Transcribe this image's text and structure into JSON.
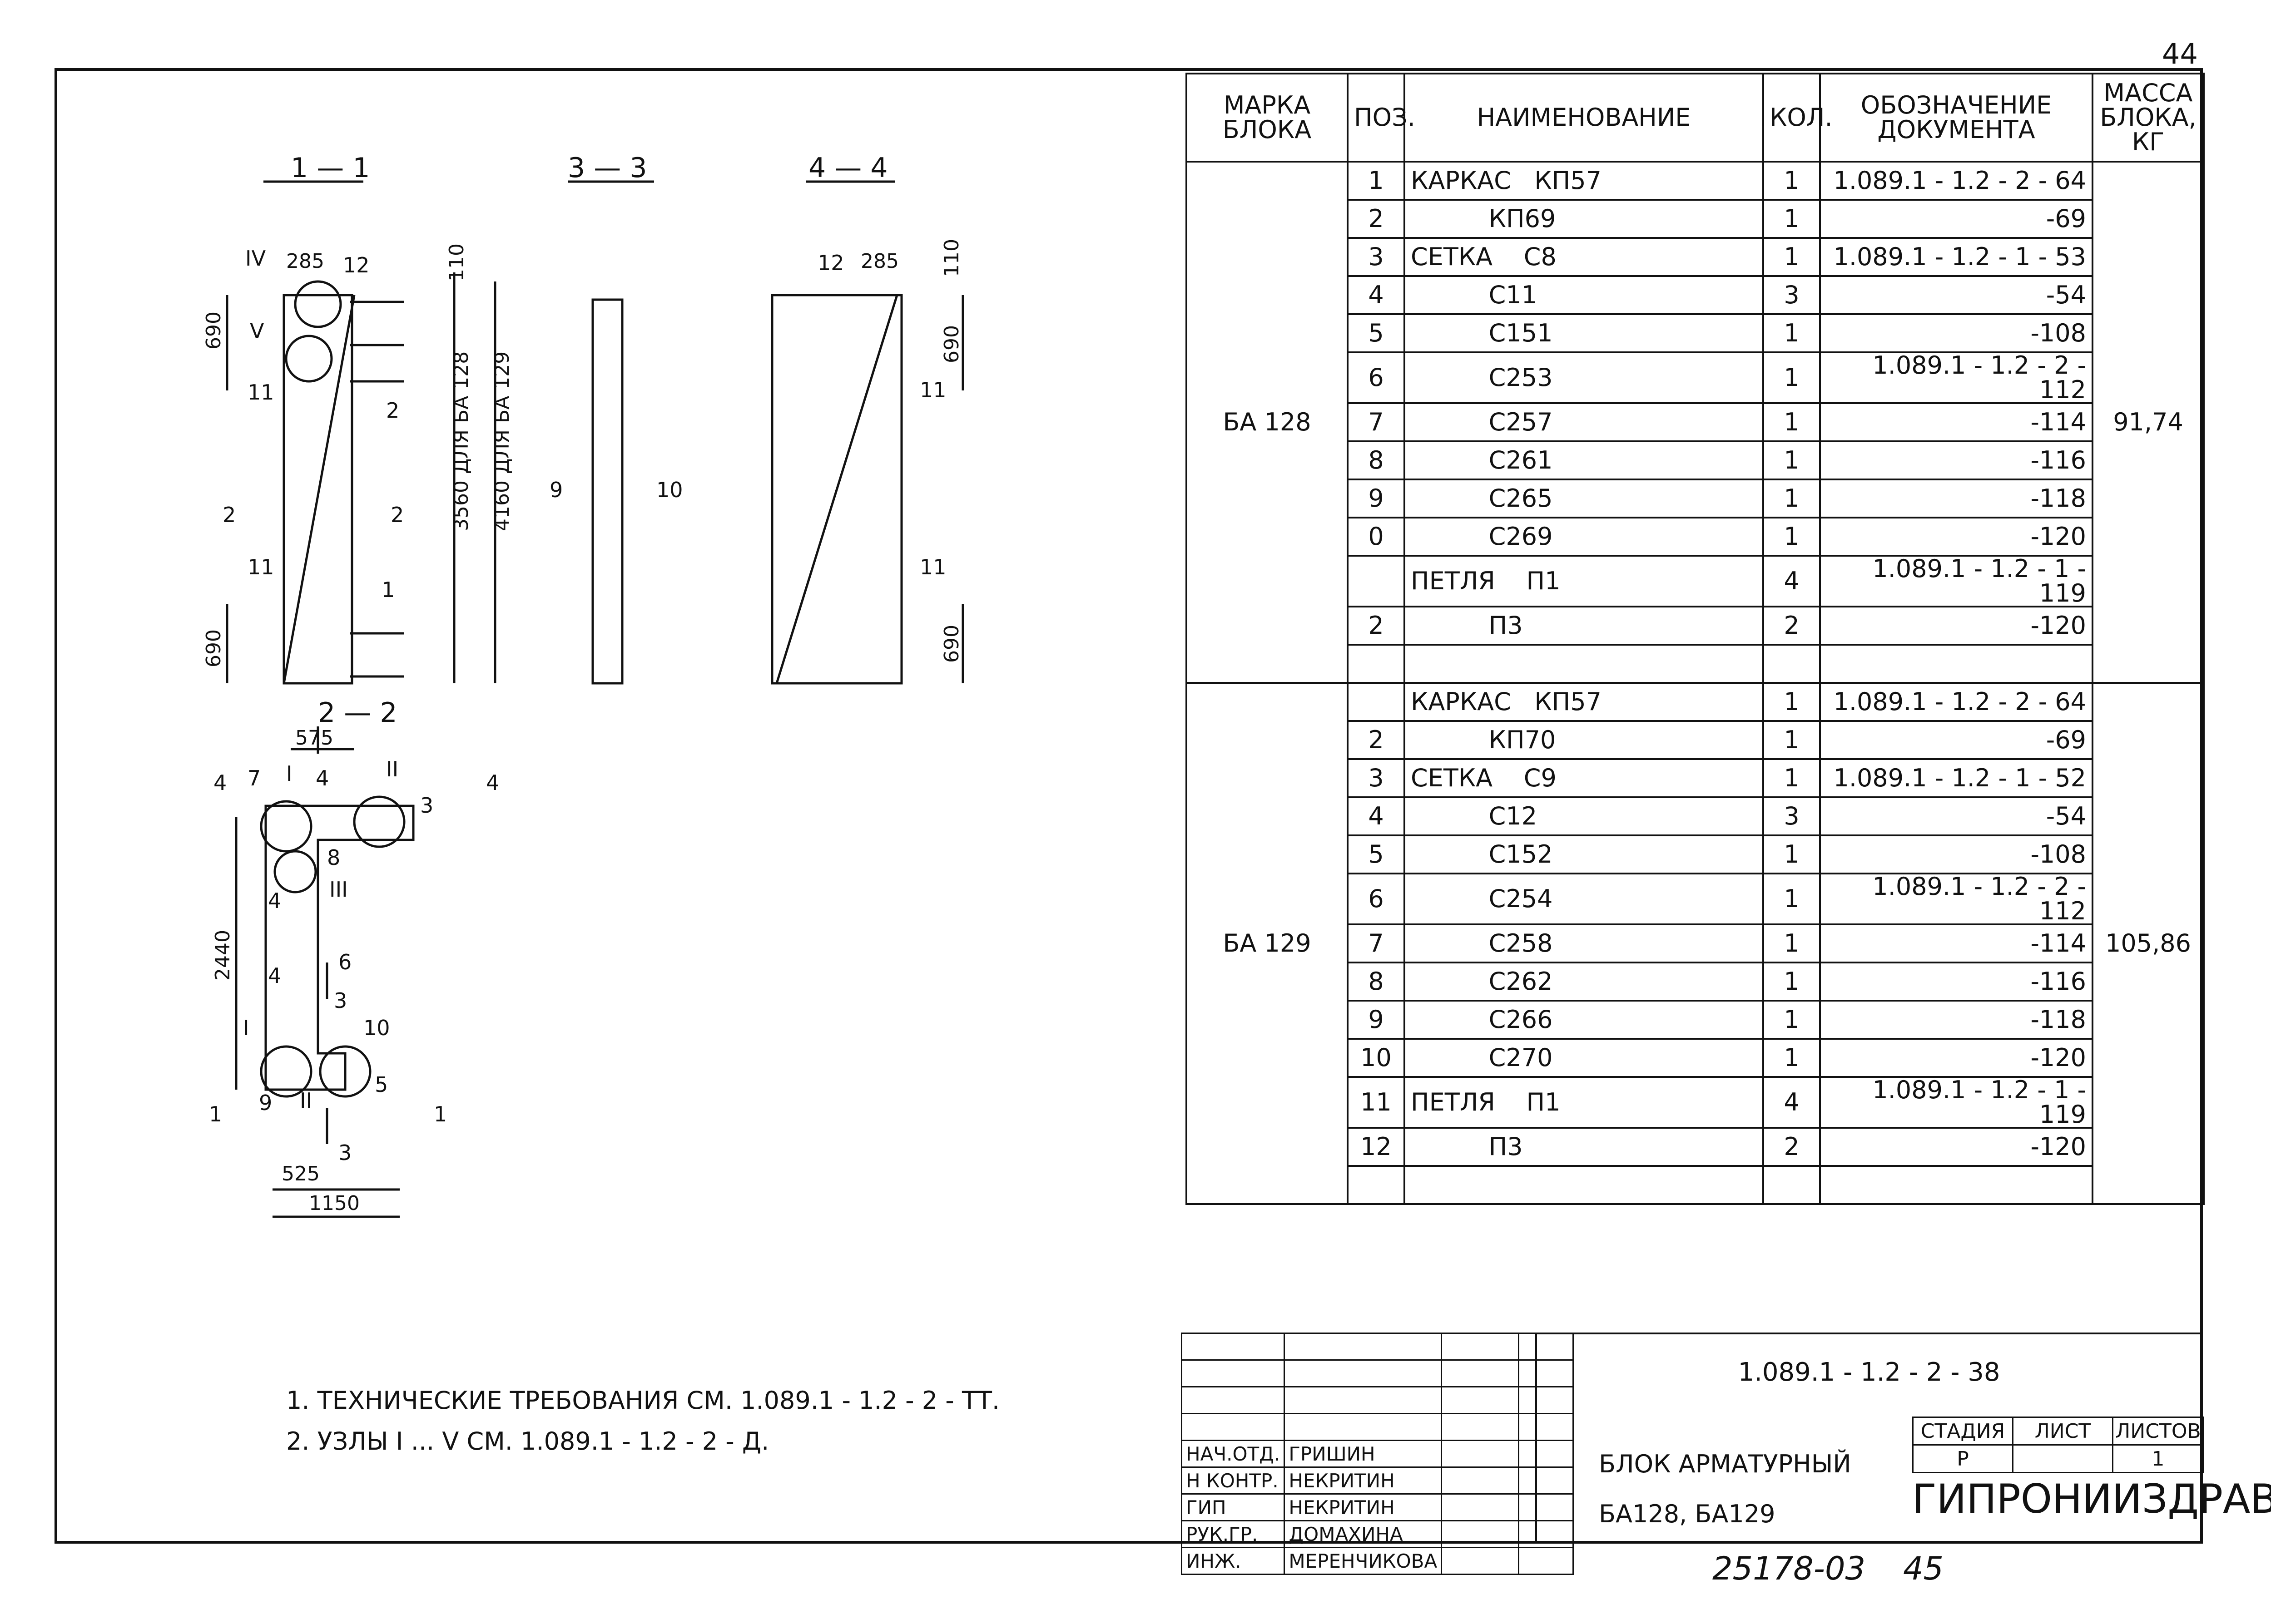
{
  "sheet_corner_number": "44",
  "bottom_code": "25178-03",
  "bottom_page": "45",
  "drawing": {
    "section_1_1": "1 — 1",
    "section_3_3": "3 — 3",
    "section_4_4": "4 — 4",
    "section_2_2": "2 — 2",
    "dims": {
      "d285a": "285",
      "d690a": "690",
      "d690b": "690",
      "d110a": "110",
      "d3560": "3560 ДЛЯ БА 128",
      "d4160": "4160 ДЛЯ БА 129",
      "d285b": "285",
      "d110b": "110",
      "d690c": "690",
      "d690d": "690",
      "d575": "575",
      "d2440": "2440",
      "d525": "525",
      "d1150": "1150"
    },
    "labels": {
      "nodeIV": "IV",
      "nodeV": "V",
      "n12a": "12",
      "n11a": "11",
      "n2a": "2",
      "cut2L": "2",
      "cut2R": "2",
      "n11b": "11",
      "n1a": "1",
      "n9a": "9",
      "n10a": "10",
      "n12b": "12",
      "n11c": "11",
      "n11d": "11",
      "cut4L": "4",
      "cut4R": "4",
      "n7": "7",
      "nodeI": "I",
      "n4a": "4",
      "nodeII": "II",
      "n3a": "3",
      "n8": "8",
      "n4b": "4",
      "nodeIII": "III",
      "n6": "6",
      "n4c": "4",
      "cut3a": "3",
      "nodeIa": "I",
      "n10b": "10",
      "n9b": "9",
      "nodeIIb": "II",
      "n5": "5",
      "cut1L": "1",
      "cut1R": "1",
      "cut3b": "3"
    }
  },
  "spec": {
    "headers": {
      "mark": "МАРКА БЛОКА",
      "pos": "ПОЗ.",
      "name": "НАИМЕНОВАНИЕ",
      "qty": "КОЛ.",
      "doc": "ОБОЗНАЧЕНИЕ ДОКУМЕНТА",
      "mass": "МАССА БЛОКА, КГ"
    },
    "blocks": [
      {
        "mark": "БА 128",
        "mass": "91,74",
        "rows": [
          {
            "pos": "1",
            "name": "КАРКАС   КП57",
            "qty": "1",
            "doc": "1.089.1 - 1.2 - 2 - 64"
          },
          {
            "pos": "2",
            "name": "          КП69",
            "qty": "1",
            "doc": "-69"
          },
          {
            "pos": "3",
            "name": "СЕТКА    С8",
            "qty": "1",
            "doc": "1.089.1 - 1.2 - 1 - 53"
          },
          {
            "pos": "4",
            "name": "          С11",
            "qty": "3",
            "doc": "-54"
          },
          {
            "pos": "5",
            "name": "          С151",
            "qty": "1",
            "doc": "-108"
          },
          {
            "pos": "6",
            "name": "          С253",
            "qty": "1",
            "doc": "1.089.1 - 1.2 - 2 - 112"
          },
          {
            "pos": "7",
            "name": "          С257",
            "qty": "1",
            "doc": "-114"
          },
          {
            "pos": "8",
            "name": "          С261",
            "qty": "1",
            "doc": "-116"
          },
          {
            "pos": "9",
            "name": "          С265",
            "qty": "1",
            "doc": "-118"
          },
          {
            "pos": "0",
            "name": "          С269",
            "qty": "1",
            "doc": "-120"
          },
          {
            "pos": "",
            "name": "ПЕТЛЯ    П1",
            "qty": "4",
            "doc": "1.089.1 - 1.2 - 1 - 119"
          },
          {
            "pos": "2",
            "name": "          П3",
            "qty": "2",
            "doc": "-120"
          },
          {
            "pos": "",
            "name": "",
            "qty": "",
            "doc": ""
          }
        ]
      },
      {
        "mark": "БА 129",
        "mass": "105,86",
        "rows": [
          {
            "pos": "",
            "name": "КАРКАС   КП57",
            "qty": "1",
            "doc": "1.089.1 - 1.2 - 2 - 64"
          },
          {
            "pos": "2",
            "name": "          КП70",
            "qty": "1",
            "doc": "-69"
          },
          {
            "pos": "3",
            "name": "СЕТКА    С9",
            "qty": "1",
            "doc": "1.089.1 - 1.2 - 1 - 52"
          },
          {
            "pos": "4",
            "name": "          С12",
            "qty": "3",
            "doc": "-54"
          },
          {
            "pos": "5",
            "name": "          С152",
            "qty": "1",
            "doc": "-108"
          },
          {
            "pos": "6",
            "name": "          С254",
            "qty": "1",
            "doc": "1.089.1 - 1.2 - 2 - 112"
          },
          {
            "pos": "7",
            "name": "          С258",
            "qty": "1",
            "doc": "-114"
          },
          {
            "pos": "8",
            "name": "          С262",
            "qty": "1",
            "doc": "-116"
          },
          {
            "pos": "9",
            "name": "          С266",
            "qty": "1",
            "doc": "-118"
          },
          {
            "pos": "10",
            "name": "          С270",
            "qty": "1",
            "doc": "-120"
          },
          {
            "pos": "11",
            "name": "ПЕТЛЯ    П1",
            "qty": "4",
            "doc": "1.089.1 - 1.2 - 1 - 119"
          },
          {
            "pos": "12",
            "name": "          П3",
            "qty": "2",
            "doc": "-120"
          },
          {
            "pos": "",
            "name": "",
            "qty": "",
            "doc": ""
          }
        ]
      }
    ]
  },
  "notes": {
    "note1": "1. ТЕХНИЧЕСКИЕ ТРЕБОВАНИЯ СМ. 1.089.1 - 1.2 - 2 - ТТ.",
    "note2": "2. УЗЛЫ I ... V   СМ.  1.089.1 - 1.2 - 2 - Д."
  },
  "title_block": {
    "doc_code": "1.089.1 - 1.2 - 2 - 38",
    "title_line1": "БЛОК АРМАТУРНЫЙ",
    "title_line2": "БА128, БА129",
    "stage_header": "СТАДИЯ",
    "sheet_header": "ЛИСТ",
    "sheets_header": "ЛИСТОВ",
    "stage": "Р",
    "sheet": "",
    "sheets": "1",
    "organization": "ГИПРОНИИЗДРАВ",
    "staff": [
      {
        "role": "НАЧ.ОТД.",
        "name": "ГРИШИН"
      },
      {
        "role": "Н КОНТР.",
        "name": "НЕКРИТИН"
      },
      {
        "role": "ГИП",
        "name": "НЕКРИТИН"
      },
      {
        "role": "РУК.ГР.",
        "name": "ДОМАХИНА"
      },
      {
        "role": "ИНЖ.",
        "name": "МЕРЕНЧИКОВА"
      }
    ]
  }
}
